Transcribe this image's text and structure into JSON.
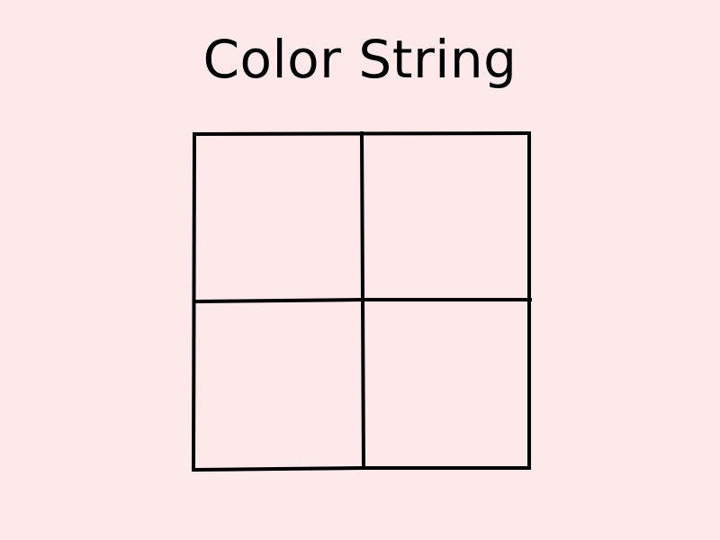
{
  "game": {
    "title": "Color String"
  },
  "grid": {
    "rows": 2,
    "cols": 2,
    "cells": [
      {
        "row": 0,
        "col": 0,
        "fill": ""
      },
      {
        "row": 0,
        "col": 1,
        "fill": ""
      },
      {
        "row": 1,
        "col": 0,
        "fill": ""
      },
      {
        "row": 1,
        "col": 1,
        "fill": ""
      }
    ]
  },
  "colors": {
    "background": "#fde8ea",
    "grid_line": "#000000",
    "title_text": "#000000"
  }
}
